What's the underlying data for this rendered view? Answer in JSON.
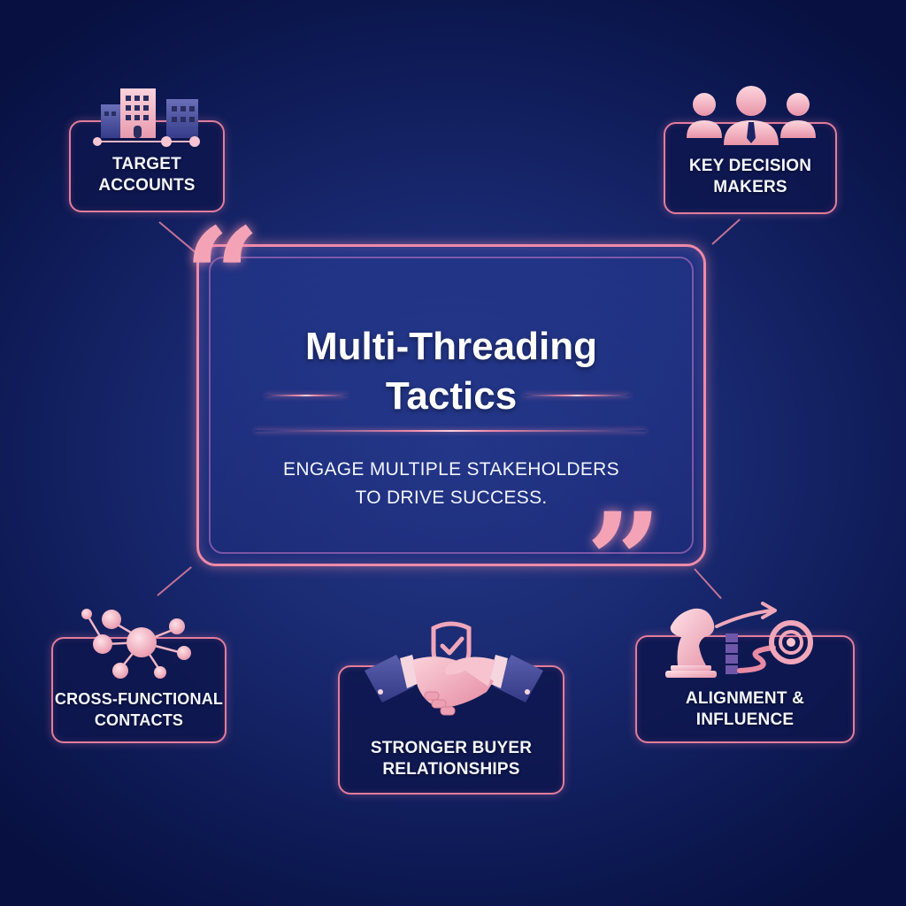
{
  "main": {
    "title_line1": "Multi-Threading",
    "title_line2": "Tactics",
    "subtitle_line1": "ENGAGE MULTIPLE STAKEHOLDERS",
    "subtitle_line2": "TO DRIVE SUCCESS.",
    "open_quote": "“",
    "close_quote": "”"
  },
  "nodes": [
    {
      "id": "target-accounts",
      "label_line1": "TARGET",
      "label_line2": "ACCOUNTS",
      "icon": "buildings-icon"
    },
    {
      "id": "key-decision-makers",
      "label_line1": "KEY DECISION",
      "label_line2": "MAKERS",
      "icon": "people-icon"
    },
    {
      "id": "cross-functional-contacts",
      "label_line1": "CROSS-FUNCTIONAL",
      "label_line2": "CONTACTS",
      "icon": "network-icon"
    },
    {
      "id": "stronger-buyer-relationships",
      "label_line1": "STRONGER BUYER",
      "label_line2": "RELATIONSHIPS",
      "icon": "handshake-shield-icon"
    },
    {
      "id": "alignment-influence",
      "label_line1": "ALIGNMENT &",
      "label_line2": "INFLUENCE",
      "icon": "chess-knight-target-icon"
    }
  ],
  "colors": {
    "background": "#0e1a55",
    "accent_pink": "#e27d9c",
    "icon_pink": "#f4b6c2",
    "text": "#ffffff"
  }
}
